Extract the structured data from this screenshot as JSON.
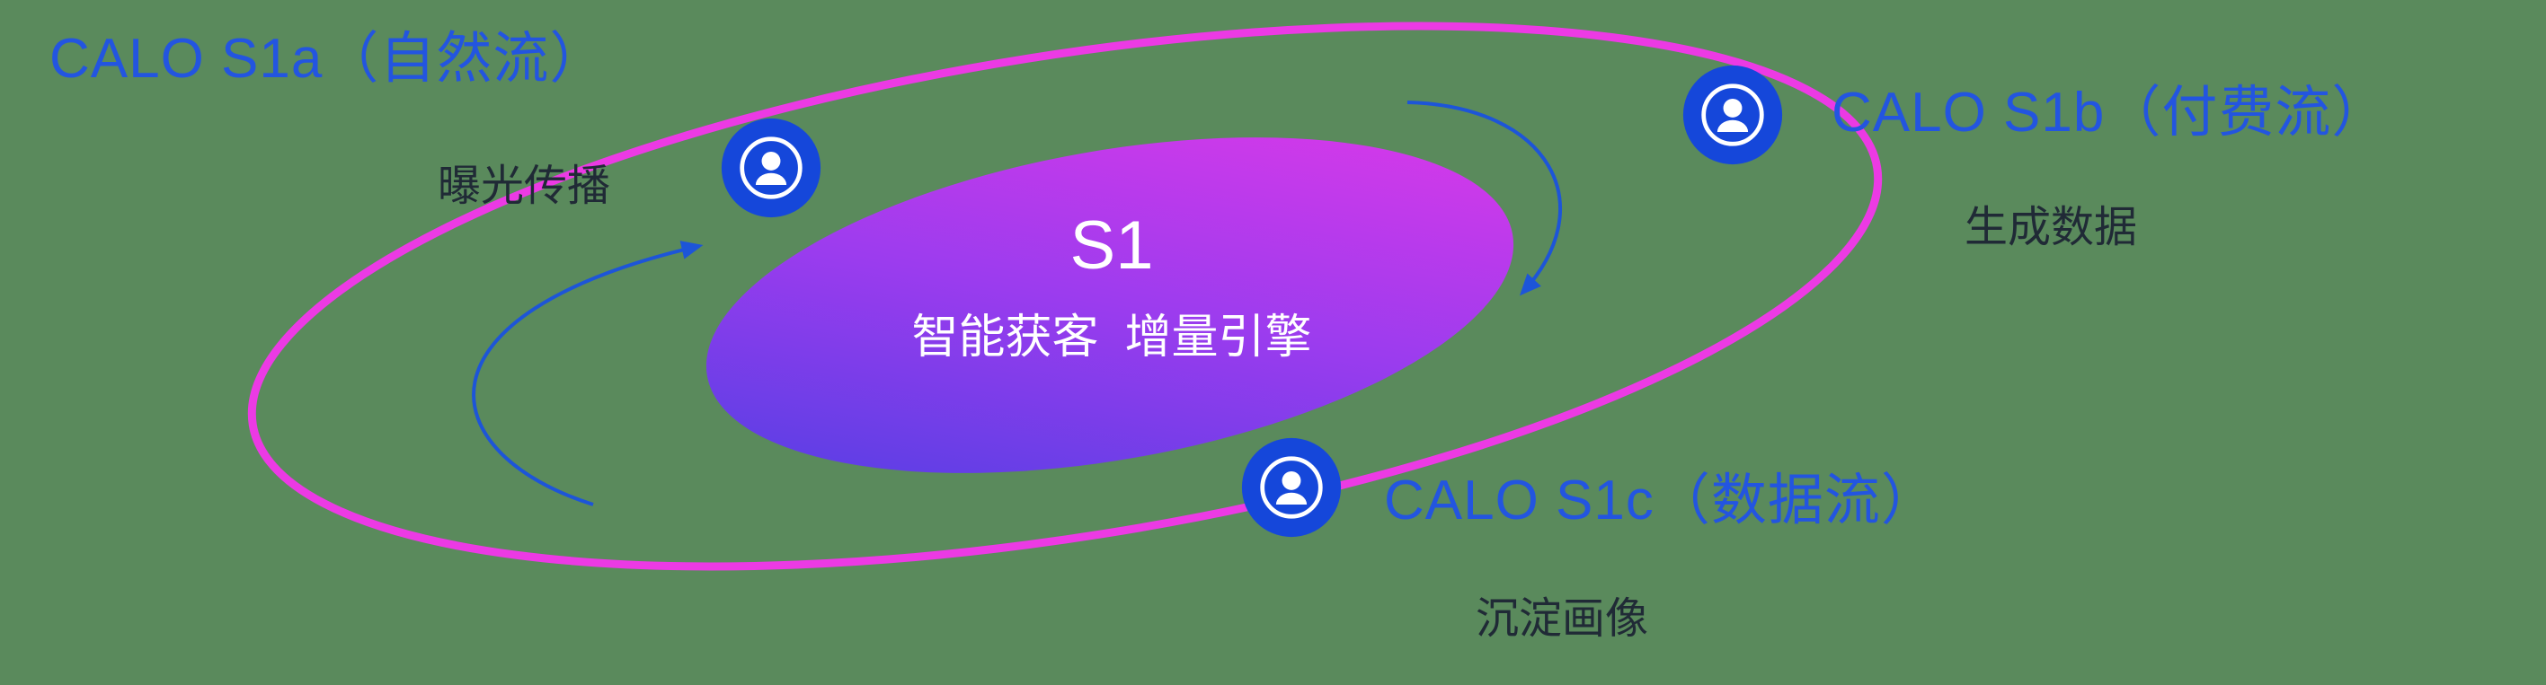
{
  "colors": {
    "background": "#5a8a5c",
    "ring": "#ec3ae4",
    "node_fill": "#1547da",
    "label_blue": "#2355e0",
    "label_dark": "#202a36",
    "arrow": "#1d55d8",
    "gradient_start": "#4a3fe2",
    "gradient_mid": "#9b3cee",
    "gradient_end": "#e438e8"
  },
  "center": {
    "title": "S1",
    "subtitle": "智能获客  增量引擎"
  },
  "nodes": [
    {
      "id": "s1a",
      "label": "CALO S1a（自然流）",
      "sublabel": "曝光传播"
    },
    {
      "id": "s1b",
      "label": "CALO S1b（付费流）",
      "sublabel": "生成数据"
    },
    {
      "id": "s1c",
      "label": "CALO S1c（数据流）",
      "sublabel": "沉淀画像"
    }
  ]
}
